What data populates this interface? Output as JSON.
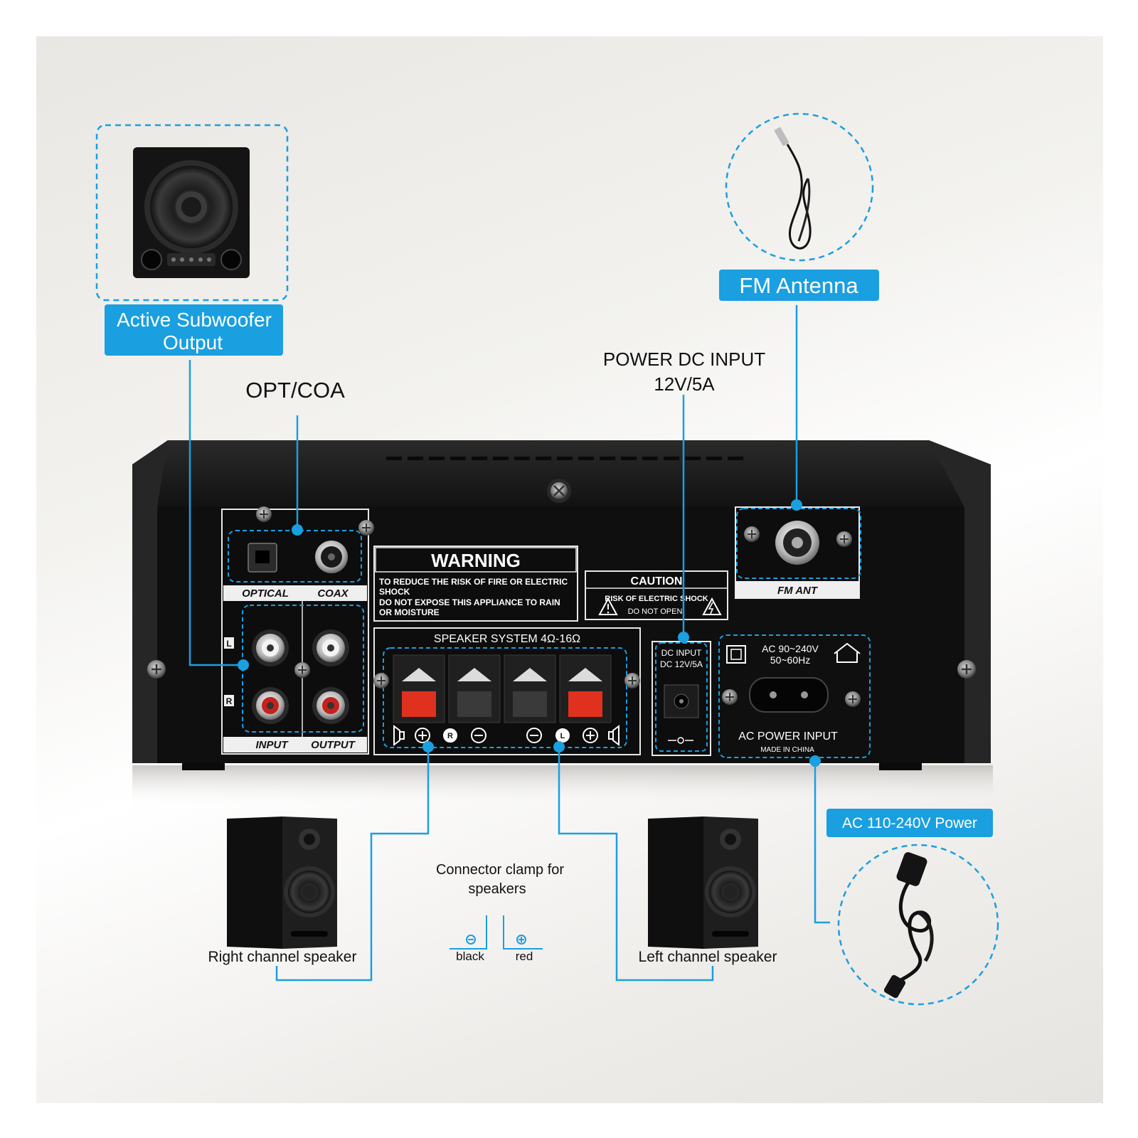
{
  "callouts": {
    "subwoofer": {
      "line1": "Active Subwoofer",
      "line2": "Output"
    },
    "antenna": "FM Antenna",
    "opt_coa": "OPT/COA",
    "power_dc": {
      "line1": "POWER DC INPUT",
      "line2": "12V/5A"
    },
    "ac_power": "AC 110-240V Power",
    "connector": {
      "line1": "Connector clamp for",
      "line2": "speakers"
    },
    "right_speaker": "Right channel speaker",
    "left_speaker": "Left channel speaker",
    "black": "black",
    "red": "red"
  },
  "panel": {
    "optical": "OPTICAL",
    "coax": "COAX",
    "input": "INPUT",
    "output": "OUTPUT",
    "ch_l": "L",
    "ch_r": "R",
    "warning_title": "WARNING",
    "warning_lines": [
      "TO REDUCE THE RISK OF FIRE OR ELECTRIC",
      "SHOCK",
      "DO NOT EXPOSE THIS APPLIANCE TO RAIN",
      "OR MOISTURE"
    ],
    "caution_title": "CAUTION",
    "caution_line1": "RISK OF ELECTRIC SHOCK",
    "caution_line2": "DO NOT OPEN",
    "speaker_system": "SPEAKER SYSTEM 4Ω-16Ω",
    "dc_input_line1": "DC INPUT",
    "dc_input_line2": "DC 12V/5A",
    "ac_range": "AC 90~240V",
    "ac_freq": "50~60Hz",
    "ac_power_input": "AC POWER INPUT",
    "made_in": "MADE IN CHINA",
    "fm_ant": "FM ANT"
  },
  "colors": {
    "accent": "#1a9fe0",
    "chassis": "#1b1b1b",
    "terminal_red": "#e0301e",
    "rca_red": "#c8211b"
  }
}
